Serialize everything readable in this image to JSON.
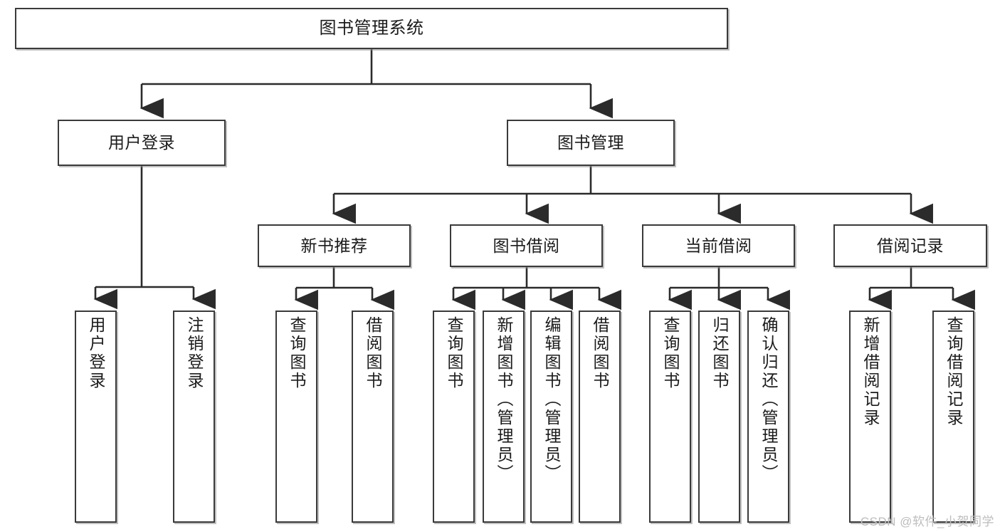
{
  "diagram": {
    "title": "图书管理系统",
    "type": "tree-hierarchy",
    "colors": {
      "box_border": "#3a3a3a",
      "box_fill": "#ffffff",
      "connector": "#2b2b2b",
      "watermark": "#bdbdbd",
      "background": "#ffffff"
    },
    "root": {
      "label": "图书管理系统"
    },
    "level2": [
      {
        "id": "user-login",
        "label": "用户登录"
      },
      {
        "id": "book-management",
        "label": "图书管理"
      }
    ],
    "level3": [
      {
        "id": "new-book-recommend",
        "label": "新书推荐"
      },
      {
        "id": "book-borrow",
        "label": "图书借阅"
      },
      {
        "id": "current-borrow",
        "label": "当前借阅"
      },
      {
        "id": "borrow-record",
        "label": "借阅记录"
      }
    ],
    "leaves": {
      "user-login": [
        {
          "id": "leaf-user-login",
          "label": "用户登录"
        },
        {
          "id": "leaf-logout",
          "label": "注销登录"
        }
      ],
      "new-book-recommend": [
        {
          "id": "leaf-query-book-1",
          "label": "查询图书"
        },
        {
          "id": "leaf-borrow-book-1",
          "label": "借阅图书"
        }
      ],
      "book-borrow": [
        {
          "id": "leaf-query-book-2",
          "label": "查询图书"
        },
        {
          "id": "leaf-add-book",
          "label": "新增图书（管理员）"
        },
        {
          "id": "leaf-edit-book",
          "label": "编辑图书（管理员）"
        },
        {
          "id": "leaf-borrow-book-2",
          "label": "借阅图书"
        }
      ],
      "current-borrow": [
        {
          "id": "leaf-query-book-3",
          "label": "查询图书"
        },
        {
          "id": "leaf-return-book",
          "label": "归还图书"
        },
        {
          "id": "leaf-confirm-return",
          "label": "确认归还（管理员）"
        }
      ],
      "borrow-record": [
        {
          "id": "leaf-add-record",
          "label": "新增借阅记录"
        },
        {
          "id": "leaf-query-record",
          "label": "查询借阅记录"
        }
      ]
    }
  },
  "watermark": {
    "text": "CSDN @软件_小贺同学"
  }
}
